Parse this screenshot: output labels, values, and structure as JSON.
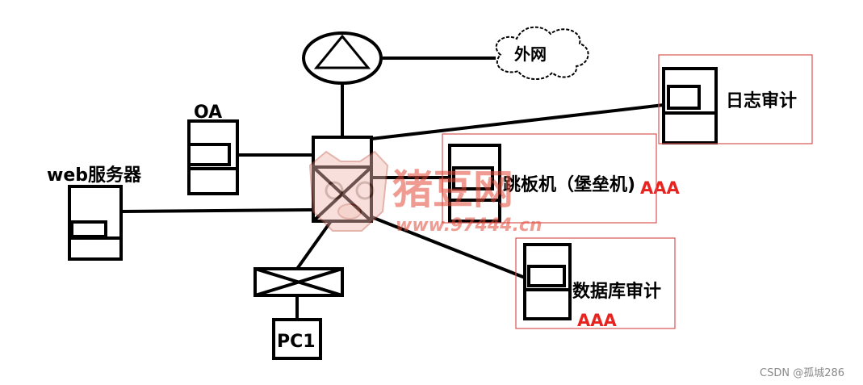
{
  "labels": {
    "internet": "外网",
    "log_audit": "日志审计",
    "oa": "OA",
    "web_server": "web服务器",
    "jump_host": "跳板机（堡垒机)",
    "jump_aaa": "AAA",
    "db_audit": "数据库审计",
    "db_aaa": "AAA",
    "pc1": "PC1"
  },
  "watermark": {
    "brand": "猪豆网",
    "url": "www.97444.cn"
  },
  "footer": {
    "credit": "CSDN @孤城286"
  },
  "colors": {
    "line": "#000000",
    "highlight_box": "#d9534f",
    "aaa_text": "#e8231f"
  }
}
